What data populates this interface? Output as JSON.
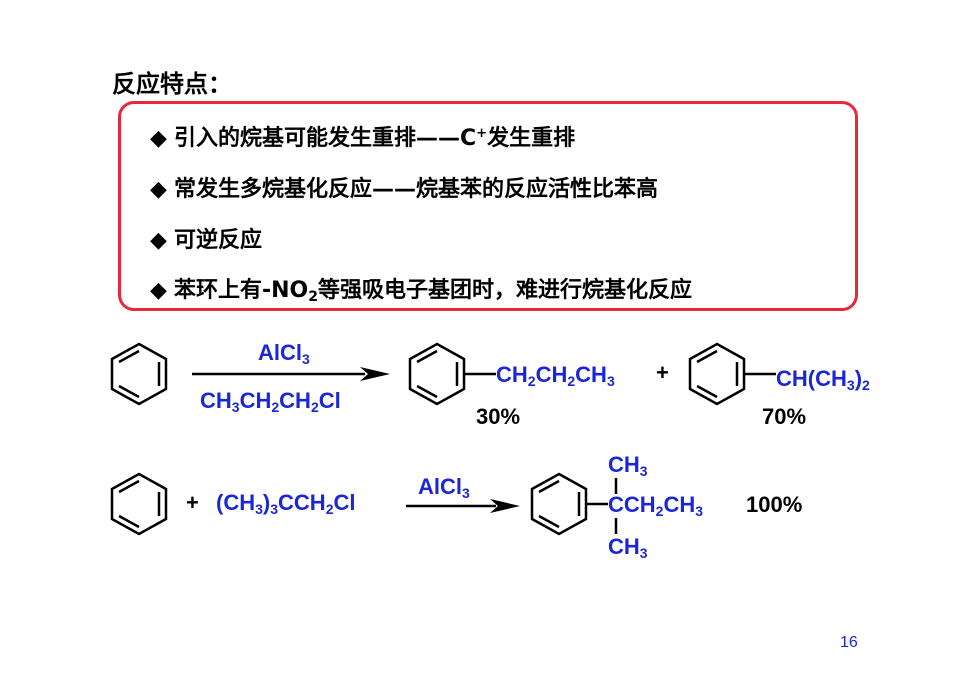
{
  "title": "反应特点：",
  "bullets": {
    "b1": {
      "marker": "◆",
      "text": "引入的烷基可能发生重排——C",
      "sup": "+",
      "tail": "发生重排"
    },
    "b2": {
      "marker": "◆",
      "text": "常发生多烷基化反应——烷基苯的反应活性比苯高"
    },
    "b3": {
      "marker": "◆",
      "text": "可逆反应"
    },
    "b4": {
      "marker": "◆",
      "text": "苯环上有-NO",
      "sub": "2",
      "tail": "等强吸电子基团时，难进行烷基化反应"
    }
  },
  "reaction1": {
    "catalyst": "AlCl",
    "catalyst_sub": "3",
    "reagent": [
      "CH",
      "3",
      "CH",
      "2",
      "CH",
      "2",
      "Cl"
    ],
    "product1": [
      "CH",
      "2",
      "CH",
      "2",
      "CH",
      "3"
    ],
    "plus": "+",
    "product2": [
      "CH(CH",
      "3",
      ")",
      "2"
    ],
    "yield1": "30%",
    "yield2": "70%"
  },
  "reaction2": {
    "plus": "+",
    "reagent": [
      "(CH",
      "3",
      ")",
      "3",
      "CCH",
      "2",
      "Cl"
    ],
    "catalyst": "AlCl",
    "catalyst_sub": "3",
    "top_group": [
      "CH",
      "3"
    ],
    "main_chain": [
      "CCH",
      "2",
      "CH",
      "3"
    ],
    "bottom_group": [
      "CH",
      "3"
    ],
    "yield": "100%"
  },
  "page_number": "16",
  "colors": {
    "border": "#e8283a",
    "chem_blue": "#1a27d6",
    "text": "#000000"
  }
}
